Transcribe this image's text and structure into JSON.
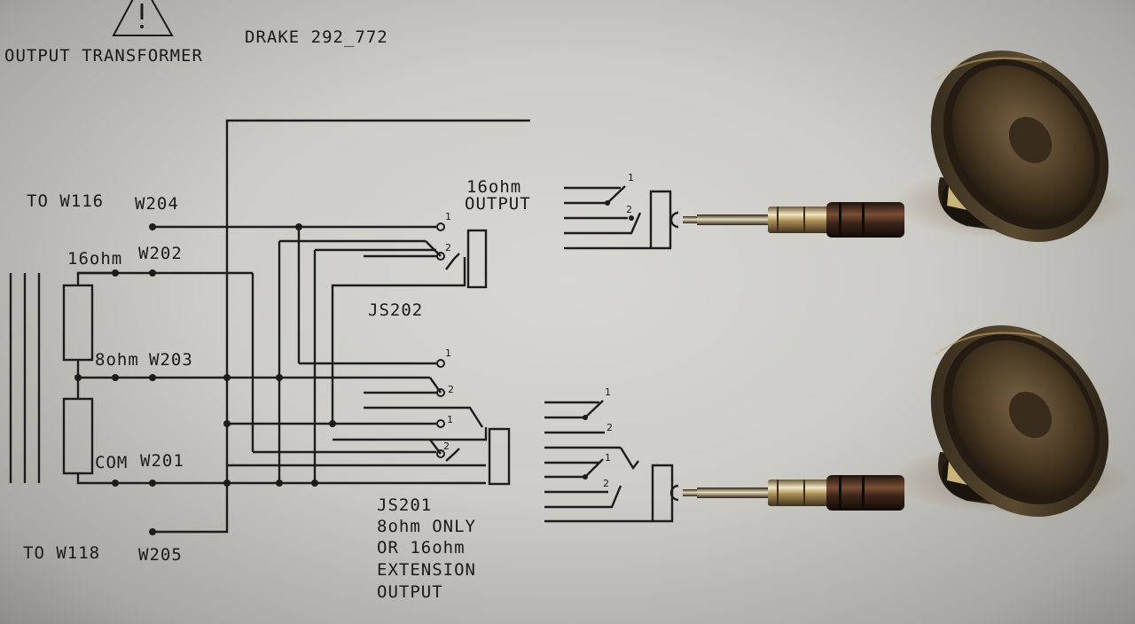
{
  "header": {
    "warning_icon": "warning-triangle-icon",
    "transformer_label": "OUTPUT TRANSFORMER",
    "transformer_model": "DRAKE 292_772"
  },
  "terminals": {
    "w116": "TO W116",
    "w204": "W204",
    "w202": "W202",
    "tap16": "16ohm",
    "tap8": "8ohm",
    "w203": "W203",
    "com": "COM",
    "w201": "W201",
    "w118": "TO W118",
    "w205": "W205"
  },
  "jacks": {
    "js202": "JS202",
    "js201": "JS201",
    "js201_note": [
      "8ohm ONLY",
      "OR 16ohm",
      "EXTENSION",
      "OUTPUT"
    ],
    "out16": [
      "16ohm",
      "OUTPUT"
    ],
    "pin1": "1",
    "pin2": "2"
  },
  "images": {
    "speaker": "speaker-photo",
    "plug": "quarter-inch-plug-photo"
  }
}
